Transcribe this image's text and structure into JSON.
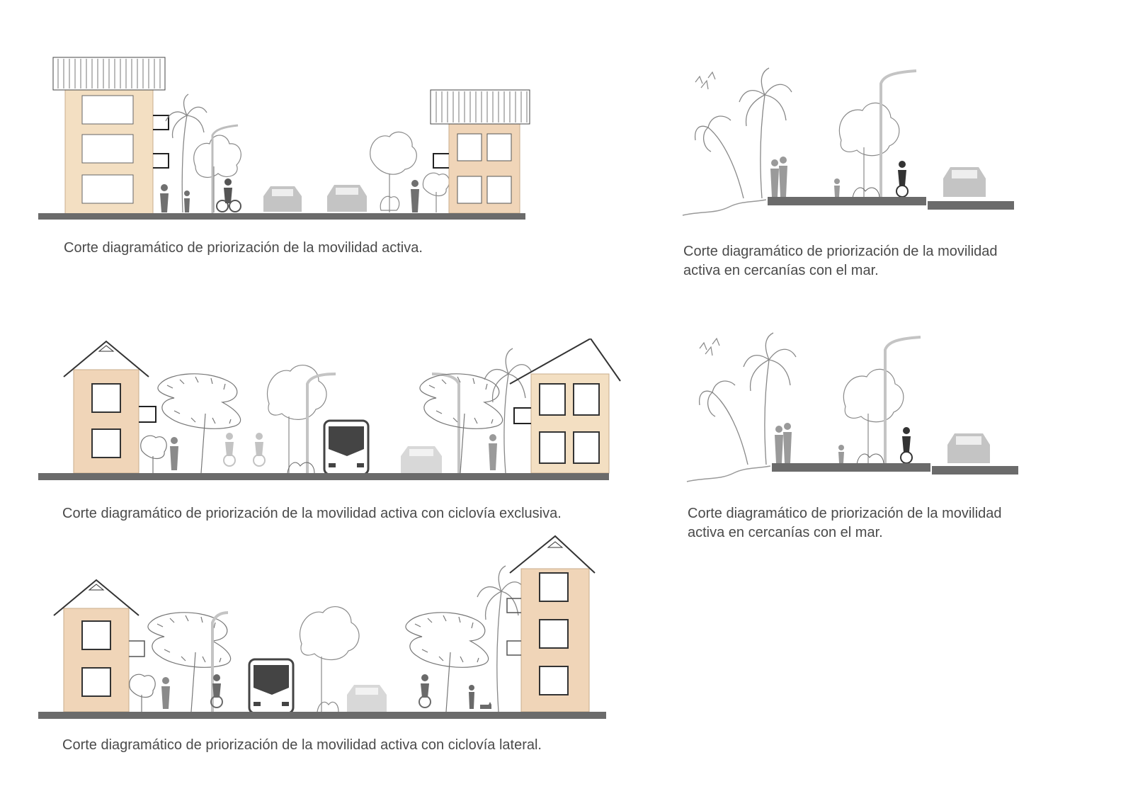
{
  "colors": {
    "ground": "#6b6b6b",
    "building_fill": "#f0d5b8",
    "building_fill_pale": "#f3dfc2",
    "outline": "#3a3a3a",
    "sketch": "#8a8a8a",
    "vehicle": "#bdbdbd",
    "bus": "#555555",
    "person": "#707070",
    "caption": "#4a4a4a"
  },
  "panels": [
    {
      "id": "section-1",
      "caption_lines": [
        "Corte diagramático de priorización de la movilidad activa."
      ]
    },
    {
      "id": "section-2",
      "caption_lines": [
        "Corte diagramático de priorización de la movilidad",
        "activa en cercanías con el mar."
      ]
    },
    {
      "id": "section-3",
      "caption_lines": [
        "Corte diagramático de priorización de la movilidad activa con ciclovía exclusiva."
      ]
    },
    {
      "id": "section-4",
      "caption_lines": [
        "Corte diagramático de priorización de la movilidad",
        "activa en cercanías con el mar."
      ]
    },
    {
      "id": "section-5",
      "caption_lines": [
        "Corte diagramático de priorización de la movilidad activa con ciclovía lateral."
      ]
    }
  ]
}
